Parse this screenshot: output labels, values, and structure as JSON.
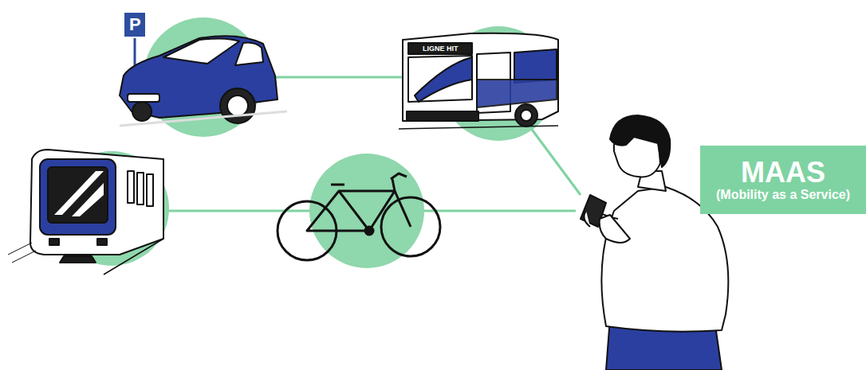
{
  "diagram": {
    "nodes": [
      {
        "text": [
          "MAAS",
          "(Mobility as a Service)"
        ]
      }
    ],
    "labels": [
      "P",
      "LIGNE HIT"
    ]
  }
}
